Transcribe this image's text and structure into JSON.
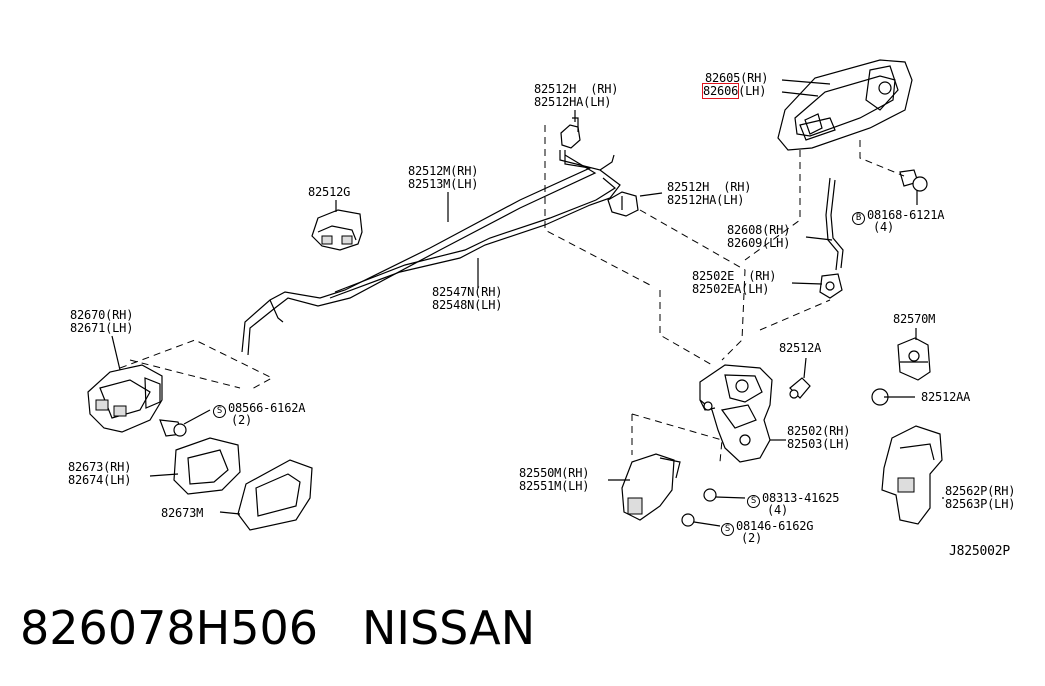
{
  "labels": {
    "p82605": "82605(RH)",
    "p82606_code": "82606",
    "p82606_side": "(LH)",
    "p82512h_top_a": "82512H  (RH)",
    "p82512h_top_b": "82512HA(LH)",
    "p82512m_a": "82512M(RH)",
    "p82512m_b": "82513M(LH)",
    "p82512g": "82512G",
    "p82512h_mid_a": "82512H  (RH)",
    "p82512h_mid_b": "82512HA(LH)",
    "p08168_a": "08168-6121A",
    "p08168_b": "(4)",
    "p82608_a": "82608(RH)",
    "p82608_b": "82609(LH)",
    "p82502e_a": "82502E  (RH)",
    "p82502e_b": "82502EA(LH)",
    "p82547n_a": "82547N(RH)",
    "p82547n_b": "82548N(LH)",
    "p82670_a": "82670(RH)",
    "p82670_b": "82671(LH)",
    "p82570m": "82570M",
    "p82512a": "82512A",
    "p08566_a": "08566-6162A",
    "p08566_b": "(2)",
    "p82512aa": "82512AA",
    "p82502_a": "82502(RH)",
    "p82502_b": "82503(LH)",
    "p82673_a": "82673(RH)",
    "p82673_b": "82674(LH)",
    "p82550m_a": "82550M(RH)",
    "p82550m_b": "82551M(LH)",
    "p08313_a": "08313-41625",
    "p08313_b": "(4)",
    "p82562p_a": "82562P(RH)",
    "p82562p_b": "82563P(LH)",
    "p82673m": "82673M",
    "p08146_a": "08146-6162G",
    "p08146_b": "(2)",
    "ref_code": "J825002P"
  },
  "caption": {
    "part_number": "826078H506",
    "brand": "NISSAN"
  },
  "colors": {
    "highlight": "#e0141e",
    "ink": "#000000"
  }
}
